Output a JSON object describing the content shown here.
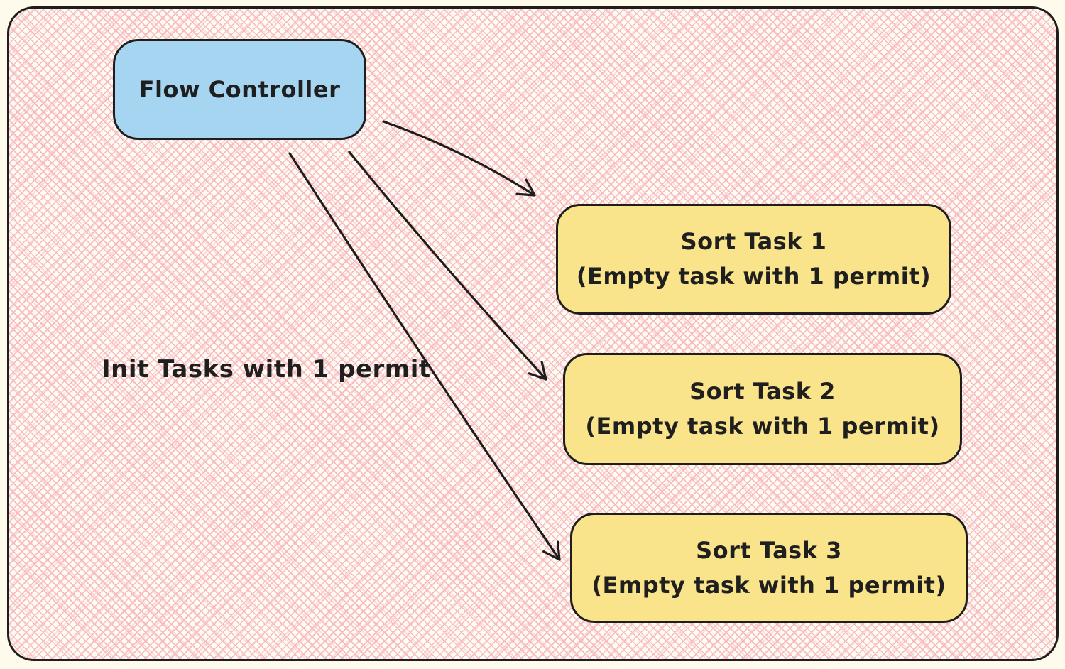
{
  "diagram": {
    "nodes": {
      "controller": {
        "label": "Flow Controller"
      },
      "tasks": [
        {
          "title": "Sort Task 1",
          "subtitle": "(Empty task with 1 permit)"
        },
        {
          "title": "Sort Task 2",
          "subtitle": "(Empty task with 1 permit)"
        },
        {
          "title": "Sort Task 3",
          "subtitle": "(Empty task with 1 permit)"
        }
      ]
    },
    "edge_label": "Init Tasks with 1 permit",
    "edges": [
      {
        "from": "Flow Controller",
        "to": "Sort Task 1"
      },
      {
        "from": "Flow Controller",
        "to": "Sort Task 2"
      },
      {
        "from": "Flow Controller",
        "to": "Sort Task 3"
      }
    ]
  },
  "colors": {
    "node_blue": "#a6d5f2",
    "node_yellow": "#f9e48c",
    "stroke": "#1e1e1e",
    "pattern_pink": "#f7bac1",
    "canvas_cream": "#fffbec"
  }
}
